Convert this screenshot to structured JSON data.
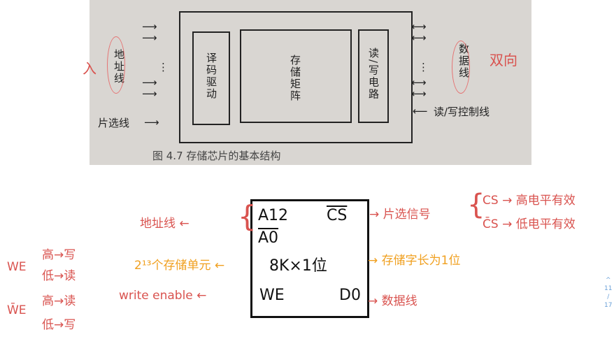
{
  "photo": {
    "address_lines": "地址线",
    "decoder": "译码驱动",
    "matrix": "存储矩阵",
    "rw_circuit": "读/写电路",
    "data_lines": "数据线",
    "chip_select": "片选线",
    "rw_control": "读/写控制线",
    "caption": "图 4.7   存储芯片的基本结构",
    "annotation_bidir": "双向",
    "annotation_in": "入"
  },
  "chip": {
    "addr_high": "A12",
    "addr_low": "A0",
    "cs": "CS",
    "capacity": "8K×1位",
    "we": "WE",
    "data": "D0"
  },
  "notes": {
    "addr": "地址线 ←",
    "cs_meaning": "→ 片选信号",
    "cs_high": "CS → 高电平有效",
    "cs_low": "C̄S → 低电平有效",
    "cells": "2¹³个存储单元 ←",
    "word": "→ 存储字长为1位",
    "we_name": "write enable ←",
    "data": "→ 数据线",
    "we_label": "WE",
    "we_high": "高→写",
    "we_low": "低→读",
    "nwe_label": "W̄E",
    "nwe_high": "高→读",
    "nwe_low": "低→写"
  },
  "page": {
    "current": "11",
    "total": "17"
  },
  "colors": {
    "red": "#d9534f",
    "orange": "#f0a020",
    "blue": "#6aa0d8"
  }
}
